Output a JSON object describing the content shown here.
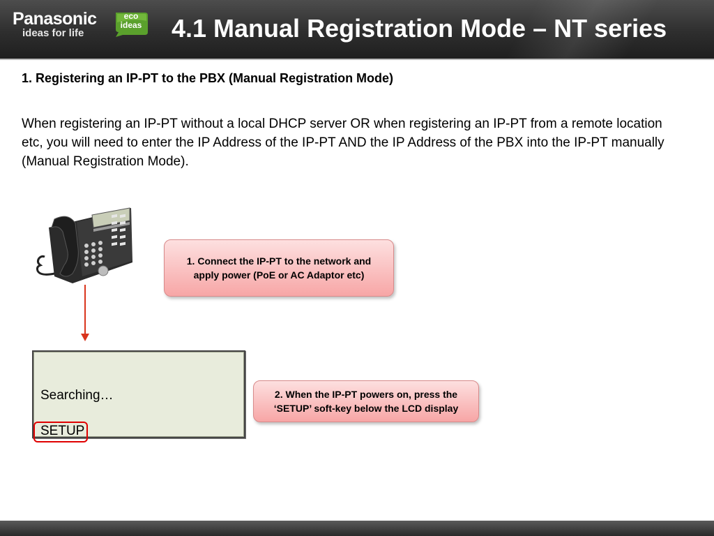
{
  "header": {
    "brand_name": "Panasonic",
    "brand_tagline": "ideas for life",
    "eco_badge_line1": "eco",
    "eco_badge_line2": "ideas",
    "title": "4.1 Manual Registration Mode – NT series"
  },
  "content": {
    "subheading": "1. Registering an IP-PT to the PBX (Manual Registration Mode)",
    "paragraph": "When registering an IP-PT without a local DHCP server OR when registering an IP-PT from a remote location etc, you will need to enter the IP Address of the IP-PT AND the IP Address of the PBX into the IP-PT manually (Manual Registration Mode)."
  },
  "steps": [
    {
      "text": "1. Connect the IP-PT to the network and apply power (PoE or AC Adaptor etc)"
    },
    {
      "text": "2. When the IP-PT powers on, press the ‘SETUP’ soft-key below the LCD display"
    }
  ],
  "lcd": {
    "line1": "Searching…",
    "line2": "SETUP"
  },
  "colors": {
    "header_bg": "#2e2e2e",
    "eco_green": "#5aa02c",
    "callout_pink": "#f7a6a6",
    "highlight_red": "#e00000",
    "arrow_red": "#d9341c",
    "lcd_bg": "#e8ecdc"
  }
}
